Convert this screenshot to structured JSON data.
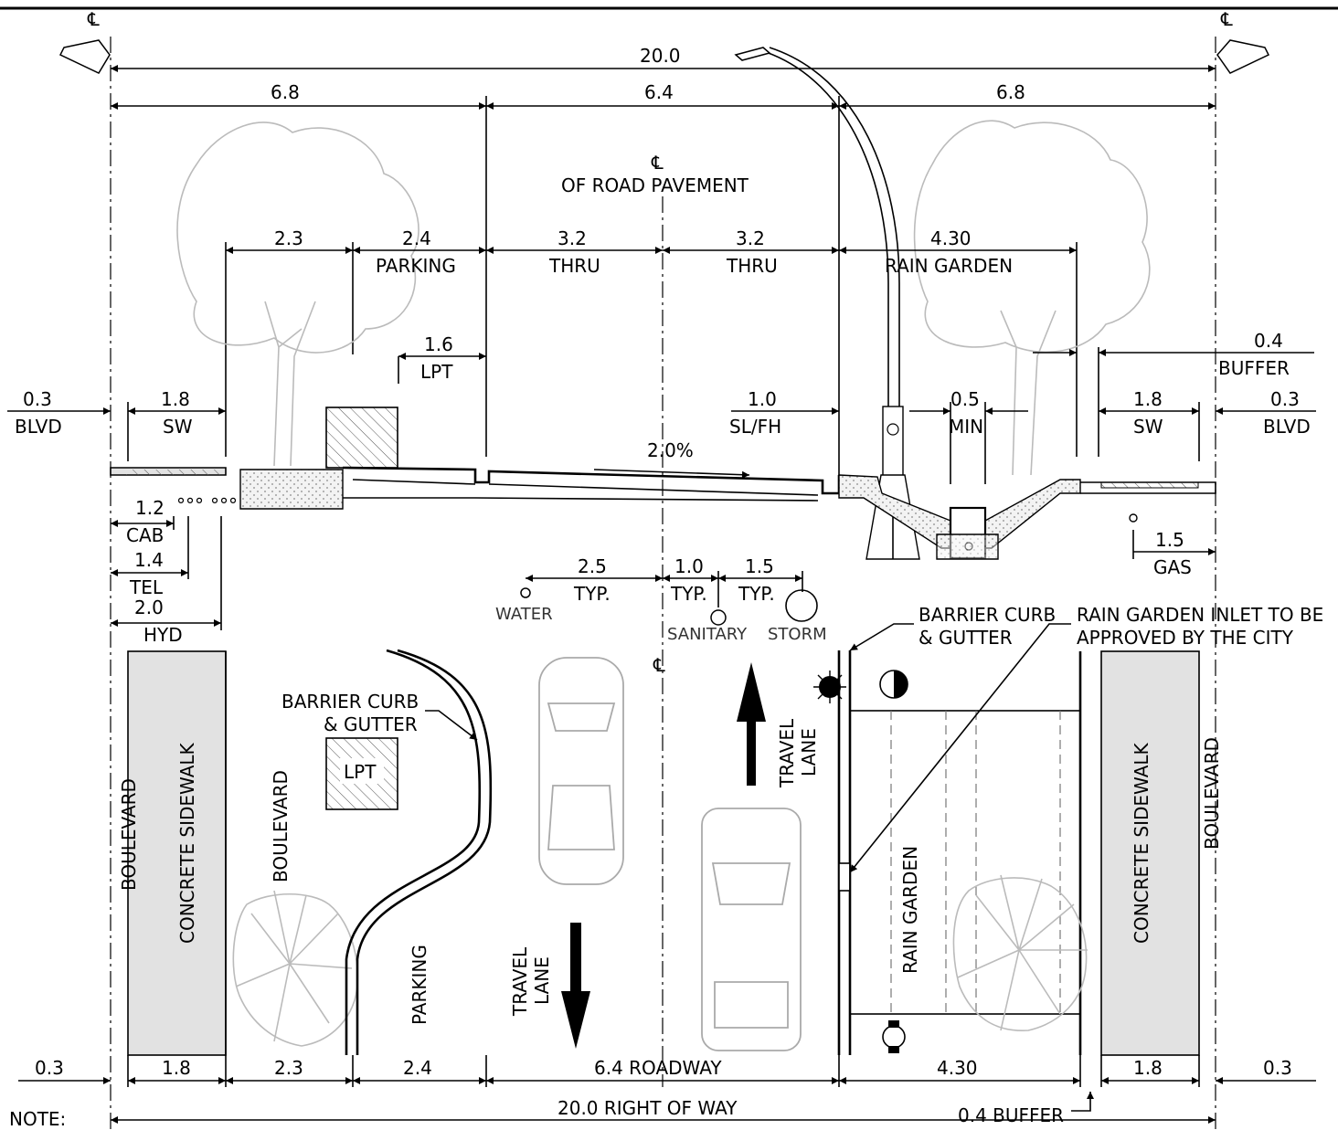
{
  "section": {
    "pl_left": "℄",
    "pl_right": "℄",
    "total": "20.0",
    "zones": [
      "6.8",
      "6.4",
      "6.8"
    ],
    "cl_symbol": "℄",
    "cl_text": "OF ROAD PAVEMENT",
    "widths": [
      {
        "value": "2.3",
        "label": ""
      },
      {
        "value": "2.4",
        "label": "PARKING"
      },
      {
        "value": "3.2",
        "label": "THRU"
      },
      {
        "value": "3.2",
        "label": "THRU"
      },
      {
        "value": "4.30",
        "label": "RAIN GARDEN"
      }
    ],
    "lpt": {
      "value": "1.6",
      "label": "LPT"
    },
    "buffer": {
      "value": "0.4",
      "label": "BUFFER"
    },
    "blvd_left": {
      "value": "0.3",
      "label": "BLVD"
    },
    "sw_left": {
      "value": "1.8",
      "label": "SW"
    },
    "slfh": {
      "value": "1.0",
      "label": "SL/FH"
    },
    "min": {
      "value": "0.5",
      "label": "MIN"
    },
    "sw_right": {
      "value": "1.8",
      "label": "SW"
    },
    "blvd_right": {
      "value": "0.3",
      "label": "BLVD"
    },
    "slope": "2.0%",
    "utilities_left": [
      {
        "value": "1.2",
        "label": "CAB"
      },
      {
        "value": "1.4",
        "label": "TEL"
      },
      {
        "value": "2.0",
        "label": "HYD"
      }
    ],
    "gas": {
      "value": "1.5",
      "label": "GAS"
    },
    "water_typ": {
      "value": "2.5",
      "label": "TYP."
    },
    "san_typ": {
      "value": "1.0",
      "label": "TYP."
    },
    "storm_typ": {
      "value": "1.5",
      "label": "TYP."
    },
    "water_label": "WATER",
    "sanitary_label": "SANITARY",
    "storm_label": "STORM"
  },
  "plan": {
    "barrier_curb_right": [
      "BARRIER CURB",
      "& GUTTER"
    ],
    "rain_inlet_note": [
      "RAIN GARDEN INLET TO BE",
      "APPROVED BY THE CITY"
    ],
    "barrier_curb_left": [
      "BARRIER CURB",
      "& GUTTER"
    ],
    "cl_symbol": "℄",
    "lpt_box": "LPT",
    "travel_lane_up": [
      "TRAVEL",
      "LANE"
    ],
    "travel_lane_down": [
      "TRAVEL",
      "LANE"
    ],
    "boulevard_left": "BOULEVARD",
    "sidewalk_left": "CONCRETE SIDEWALK",
    "boulevard_inner": "BOULEVARD",
    "parking": "PARKING",
    "rain_garden": "RAIN GARDEN",
    "sidewalk_right": "CONCRETE SIDEWALK",
    "boulevard_right": "BOULEVARD"
  },
  "bottom_dims": [
    "0.3",
    "1.8",
    "2.3",
    "2.4",
    "6.4  ROADWAY",
    "4.30",
    "1.8",
    "0.3"
  ],
  "row_total": "20.0  RIGHT OF WAY",
  "buffer_callout": "0.4  BUFFER",
  "note": "NOTE:"
}
